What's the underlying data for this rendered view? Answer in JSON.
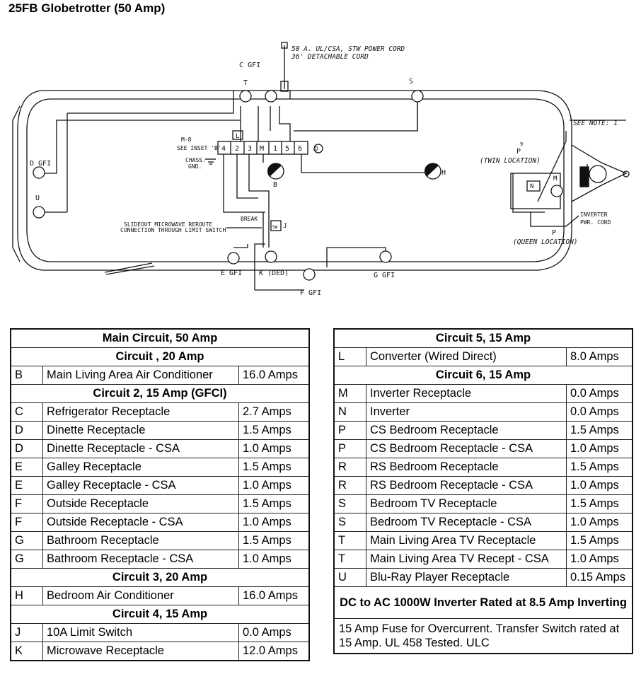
{
  "title": "25FB Globetrotter (50 Amp)",
  "diagram": {
    "power_cord_line1": "50 A. UL/CSA, STW POWER CORD",
    "power_cord_line2": "36' DETACHABLE CORD",
    "see_note": "SEE NOTE: 1",
    "twin_location": "(TWIN LOCATION)",
    "queen_location": "(QUEEN LOCATION)",
    "inverter_pwr_cord_1": "INVERTER",
    "inverter_pwr_cord_2": "PWR. CORD",
    "m8": "M-8",
    "see_inset": "SEE INSET 'B'",
    "chass_gnd_1": "CHASS.",
    "chass_gnd_2": "GND.",
    "slideout_1": "SLIDEOUT MICROWAVE REROUTE",
    "slideout_2": "CONNECTION THROUGH LIMIT SWITCH",
    "break": "BREAK",
    "breaker_slots": [
      "4",
      "2",
      "3",
      "M",
      "1",
      "5",
      "6"
    ],
    "labels": {
      "c_gfi": "C GFI",
      "t": "T",
      "s": "S",
      "d_gfi": "D GFI",
      "u": "U",
      "b": "B",
      "h": "H",
      "l": "L",
      "d_circle": "D",
      "p_top": "P",
      "p_bottom": "P",
      "n": "N",
      "m": "M",
      "j": "J",
      "sw": "SW",
      "e_gfi": "E GFI",
      "k_ded": "K (DED)",
      "f_gfi": "F GFI",
      "g_gfi": "G GFI",
      "p_note": "9"
    }
  },
  "left_table": {
    "rows": [
      {
        "type": "header",
        "text": "Main Circuit, 50 Amp"
      },
      {
        "type": "header",
        "text": "Circuit , 20 Amp"
      },
      {
        "type": "row",
        "id": "B",
        "desc": "Main Living Area Air Conditioner",
        "amps": "16.0 Amps"
      },
      {
        "type": "header",
        "text": "Circuit 2, 15 Amp (GFCI)"
      },
      {
        "type": "row",
        "id": "C",
        "desc": "Refrigerator Receptacle",
        "amps": "2.7 Amps"
      },
      {
        "type": "row",
        "id": "D",
        "desc": "Dinette Receptacle",
        "amps": "1.5 Amps"
      },
      {
        "type": "row",
        "id": "D",
        "desc": "Dinette Receptacle - CSA",
        "amps": "1.0 Amps"
      },
      {
        "type": "row",
        "id": "E",
        "desc": "Galley Receptacle",
        "amps": "1.5 Amps"
      },
      {
        "type": "row",
        "id": "E",
        "desc": "Galley Receptacle - CSA",
        "amps": "1.0 Amps"
      },
      {
        "type": "row",
        "id": "F",
        "desc": "Outside Receptacle",
        "amps": "1.5 Amps"
      },
      {
        "type": "row",
        "id": "F",
        "desc": "Outside Receptacle - CSA",
        "amps": "1.0 Amps"
      },
      {
        "type": "row",
        "id": "G",
        "desc": "Bathroom Receptacle",
        "amps": "1.5 Amps"
      },
      {
        "type": "row",
        "id": "G",
        "desc": "Bathroom Receptacle - CSA",
        "amps": "1.0 Amps"
      },
      {
        "type": "header",
        "text": "Circuit 3, 20 Amp"
      },
      {
        "type": "row",
        "id": "H",
        "desc": "Bedroom Air Conditioner",
        "amps": "16.0 Amps"
      },
      {
        "type": "header",
        "text": "Circuit 4, 15 Amp"
      },
      {
        "type": "row",
        "id": "J",
        "desc": "10A Limit Switch",
        "amps": "0.0 Amps"
      },
      {
        "type": "row",
        "id": "K",
        "desc": "Microwave Receptacle",
        "amps": "12.0 Amps"
      }
    ]
  },
  "right_table": {
    "rows": [
      {
        "type": "header",
        "text": "Circuit 5, 15 Amp"
      },
      {
        "type": "row",
        "id": "L",
        "desc": "Converter (Wired Direct)",
        "amps": "8.0 Amps"
      },
      {
        "type": "header",
        "text": "Circuit 6, 15 Amp"
      },
      {
        "type": "row",
        "id": "M",
        "desc": "Inverter Receptacle",
        "amps": "0.0 Amps"
      },
      {
        "type": "row",
        "id": "N",
        "desc": "Inverter",
        "amps": "0.0 Amps"
      },
      {
        "type": "row",
        "id": "P",
        "desc": "CS Bedroom Receptacle",
        "amps": "1.5 Amps"
      },
      {
        "type": "row",
        "id": "P",
        "desc": "CS Bedroom Receptacle - CSA",
        "amps": "1.0 Amps"
      },
      {
        "type": "row",
        "id": "R",
        "desc": "RS Bedroom Receptacle",
        "amps": "1.5 Amps"
      },
      {
        "type": "row",
        "id": "R",
        "desc": "RS Bedroom Receptacle - CSA",
        "amps": "1.0 Amps"
      },
      {
        "type": "row",
        "id": "S",
        "desc": "Bedroom TV Receptacle",
        "amps": "1.5 Amps"
      },
      {
        "type": "row",
        "id": "S",
        "desc": "Bedroom TV Receptacle - CSA",
        "amps": "1.0 Amps"
      },
      {
        "type": "row",
        "id": "T",
        "desc": "Main Living Area TV Receptacle",
        "amps": "1.5 Amps"
      },
      {
        "type": "row",
        "id": "T",
        "desc": "Main Living Area TV Recept - CSA",
        "amps": "1.0 Amps"
      },
      {
        "type": "row",
        "id": "U",
        "desc": "Blu-Ray Player Receptacle",
        "amps": "0.15 Amps"
      },
      {
        "type": "header2",
        "text": "DC to AC 1000W Inverter Rated at 8.5 Amp Inverting"
      },
      {
        "type": "note",
        "text": "15 Amp Fuse for Overcurrent. Transfer Switch rated at 15 Amp. UL 458 Tested. ULC"
      }
    ]
  }
}
